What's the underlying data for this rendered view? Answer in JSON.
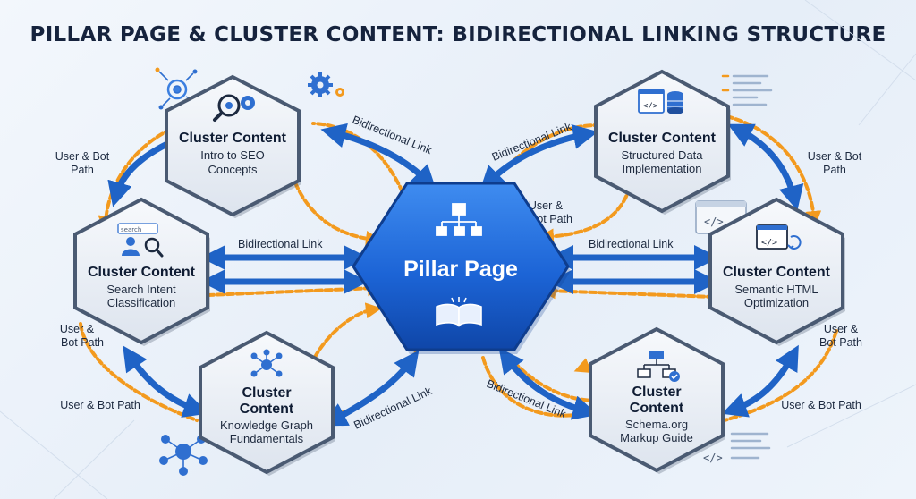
{
  "title": "PILLAR PAGE & CLUSTER CONTENT: BIDIRECTIONAL LINKING STRUCTURE",
  "pillar": {
    "label": "Pillar Page"
  },
  "clusters": [
    {
      "title": "Cluster Content",
      "subtitle": [
        "Intro to SEO",
        "Concepts"
      ]
    },
    {
      "title": "Cluster Content",
      "subtitle": [
        "Search Intent",
        "Classification"
      ]
    },
    {
      "title_lines": [
        "Cluster",
        "Content"
      ],
      "subtitle": [
        "Knowledge Graph",
        "Fundamentals"
      ]
    },
    {
      "title": "Cluster Content",
      "subtitle": [
        "Structured Data",
        "Implementation"
      ]
    },
    {
      "title": "Cluster Content",
      "subtitle": [
        "Semantic HTML",
        "Optimization"
      ]
    },
    {
      "title_lines": [
        "Cluster",
        "Content"
      ],
      "subtitle": [
        "Schema.org",
        "Markup Guide"
      ]
    }
  ],
  "links": {
    "bidirectional": "Bidirectional Link",
    "path_one_line": "User & Bot Path",
    "path_two_line": [
      "User &",
      "Bot Path"
    ],
    "path_two_line_alt": [
      "User & Bot",
      "Path"
    ]
  },
  "search_box_text": "search",
  "colors": {
    "title": "#16233d",
    "blue_arrow": "#1f63c6",
    "orange_path": "#f39a1e",
    "pillar_fill": "#1c64d6",
    "hexagon_fill": "#eef2f8",
    "hexagon_border": "#4a5a72"
  }
}
